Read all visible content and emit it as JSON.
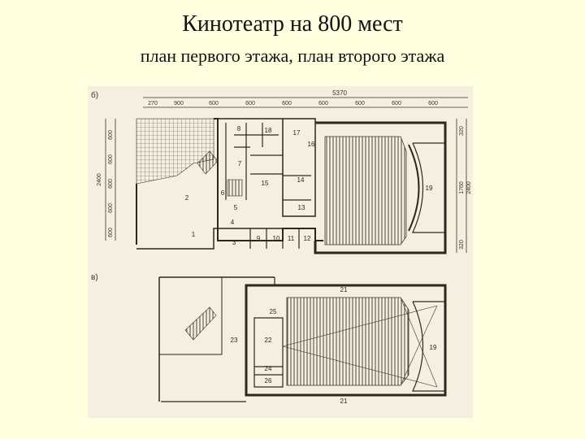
{
  "title": "Кинотеатр на 800 мест",
  "subtitle": "план первого этажа, план второго этажа",
  "colors": {
    "page_bg": "#ffffe0",
    "paper": "#f4efde",
    "ink": "#3a332c"
  },
  "plan": {
    "label_first": "б)",
    "label_second": "в)",
    "dim_total": "5370",
    "dims_top": [
      "270",
      "900",
      "600",
      "600",
      "600",
      "600",
      "600",
      "600",
      "600"
    ],
    "dims_left": [
      "600",
      "600",
      "600",
      "600",
      "600"
    ],
    "dim_left_total": "2400",
    "dims_right": [
      "320",
      "1760",
      "320"
    ],
    "dim_right_total": "2400",
    "rooms_first": [
      "1",
      "2",
      "3",
      "4",
      "5",
      "6",
      "7",
      "8",
      "9",
      "10",
      "11",
      "12",
      "13",
      "14",
      "15",
      "16",
      "17",
      "18",
      "19"
    ],
    "rooms_second": [
      "19",
      "21",
      "21",
      "22",
      "23",
      "24",
      "25",
      "26"
    ]
  }
}
